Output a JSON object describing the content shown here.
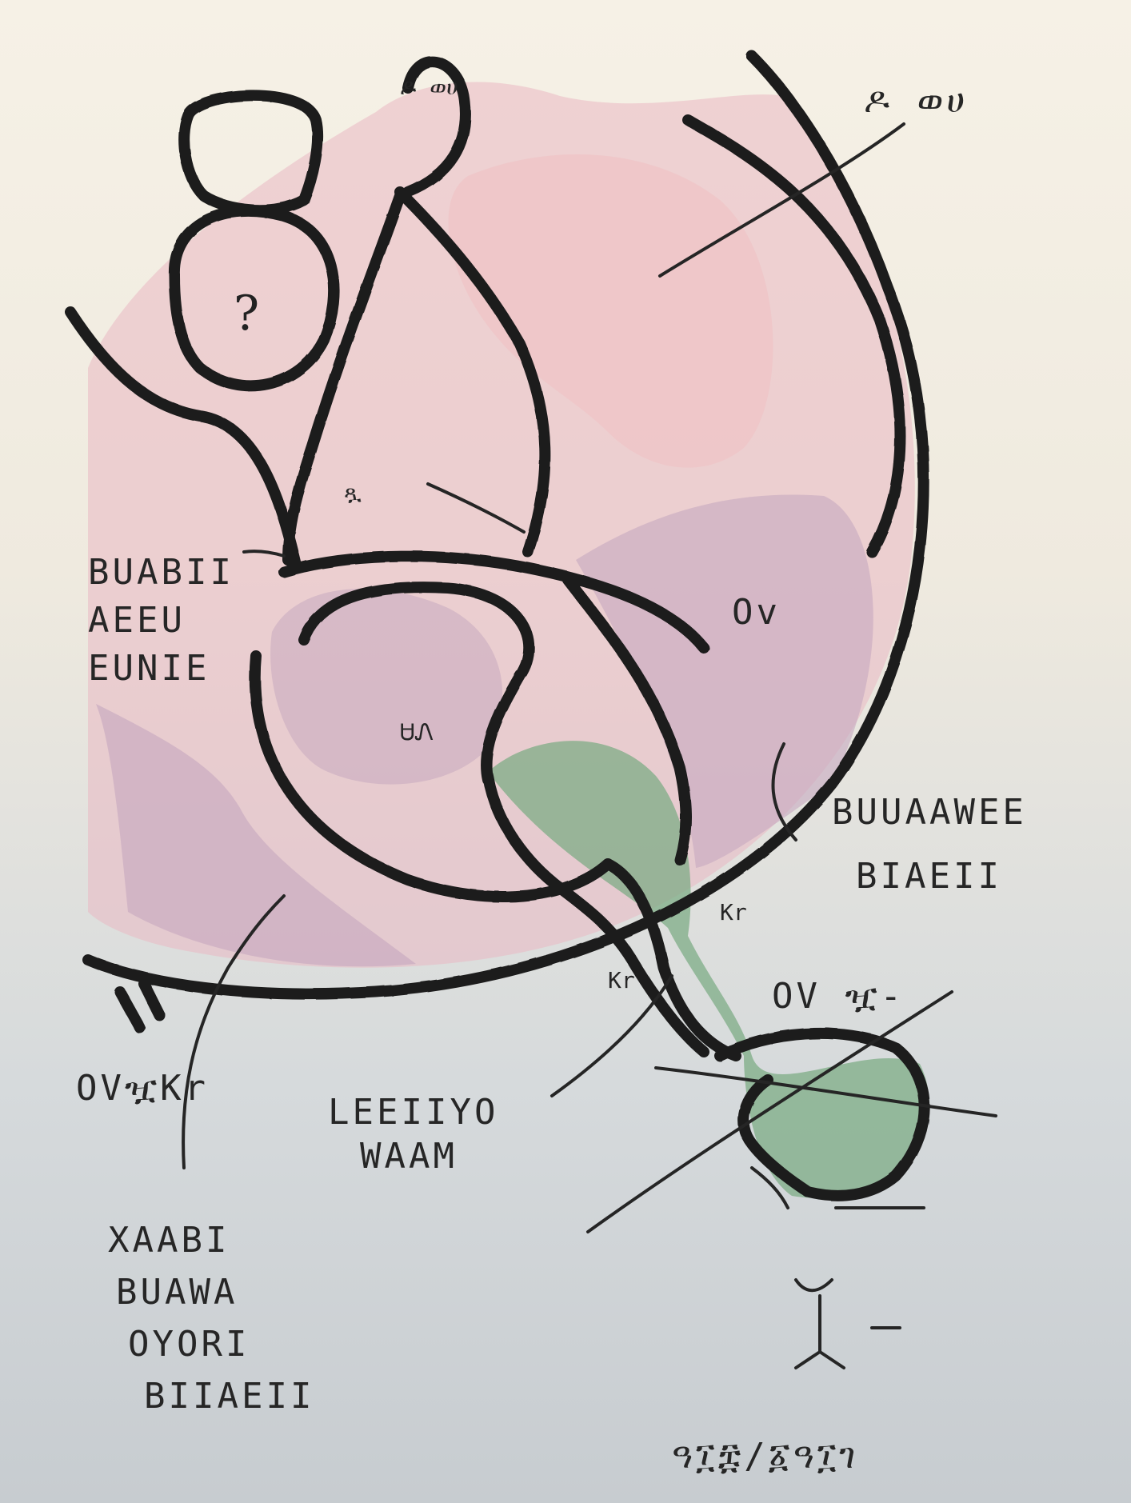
{
  "labels": {
    "buabii": "BUABII",
    "aeeu": "AEEU",
    "eunie": "EUNIE",
    "buuaawee": "BUUAAWEE",
    "biaeii": "BIAEII",
    "leeiiyo": "LEEIIYO",
    "waam": "WAAM",
    "xaabi": "XAABI",
    "buawa": "BUAWA",
    "oyori": "OYORI",
    "biiaeii": "BIIAEII",
    "question": "?",
    "top_right": "ዶ ወሀ",
    "right_ov": "Ov",
    "small_kr_left": "Kr",
    "small_kr_right": "Kr",
    "ovyr_right": "OV ዧ-",
    "ovykr_left": "OVዧKr",
    "date": "ዓ፲፰/፩ዓ፲ገ"
  },
  "colors": {
    "ink": "#1f1f1f",
    "pink": "#e9b8c3",
    "mauve": "#c7a9c0",
    "green": "#7aaa82"
  }
}
